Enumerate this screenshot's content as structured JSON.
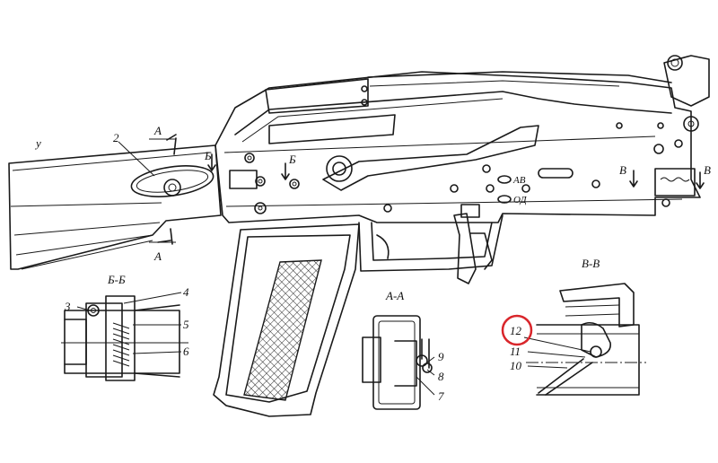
{
  "labels": {
    "stock_letter": "у",
    "part_2": "2",
    "part_3": "3",
    "part_4": "4",
    "part_5": "5",
    "part_6": "6",
    "part_7": "7",
    "part_8": "8",
    "part_9": "9",
    "part_10": "10",
    "part_11": "11",
    "part_12": "12",
    "cut_a_top": "А",
    "cut_a_bottom": "А",
    "cut_b_left": "Б",
    "cut_b_right": "Б",
    "cut_v_left": "В",
    "cut_v_right": "В",
    "selector_av": "АВ",
    "selector_od": "ОД"
  },
  "sections": {
    "b_b": "Б-Б",
    "a_a": "А-А",
    "v_v": "В-В"
  },
  "highlight": {
    "target": "12",
    "color": "#d9262b"
  }
}
